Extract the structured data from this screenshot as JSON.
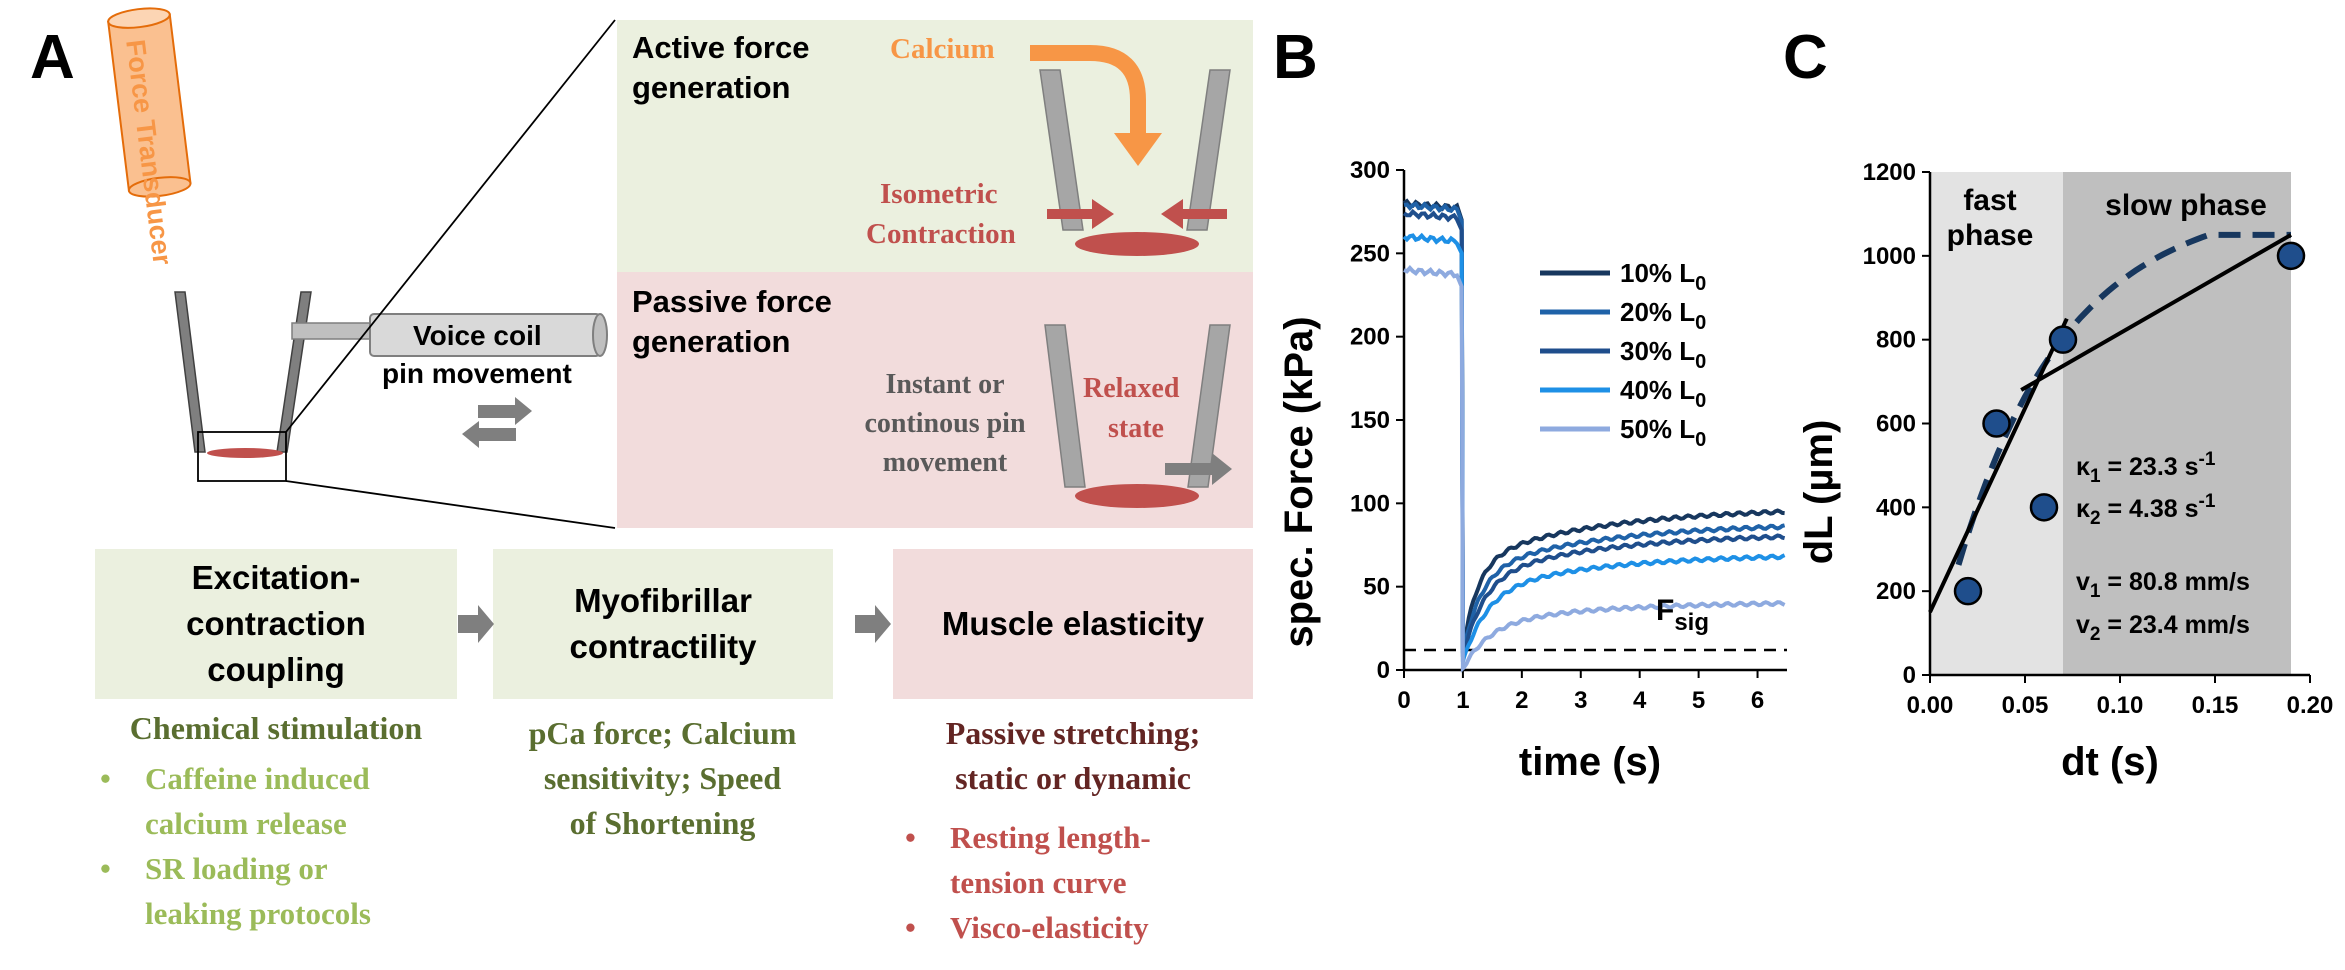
{
  "panel_a": {
    "letter": "A",
    "transducer_label": "Force Transducer",
    "voice_coil_line1": "Voice coil",
    "voice_coil_line2": "pin movement",
    "active": {
      "title_line1": "Active force",
      "title_line2": "generation",
      "calcium": "Calcium",
      "isometric_line1": "Isometric",
      "isometric_line2": "Contraction"
    },
    "passive": {
      "title_line1": "Passive force",
      "title_line2": "generation",
      "pin_line1": "Instant or",
      "pin_line2": "continous pin",
      "pin_line3": "movement",
      "relaxed_line1": "Relaxed",
      "relaxed_line2": "state"
    },
    "boxes": [
      {
        "lines": [
          "Excitation-",
          "contraction",
          "coupling"
        ]
      },
      {
        "lines": [
          "Myofibrillar",
          "contractility"
        ]
      },
      {
        "lines": [
          "Muscle elasticity"
        ]
      }
    ],
    "col1": {
      "heading": "Chemical stimulation",
      "bullets": [
        [
          "Caffeine induced",
          "calcium release"
        ],
        [
          "SR loading or",
          "leaking protocols"
        ]
      ]
    },
    "col2": {
      "lines": [
        "pCa force; Calcium",
        "sensitivity; Speed",
        "of  Shortening"
      ]
    },
    "col3": {
      "heading_lines": [
        "Passive stretching;",
        "static or dynamic"
      ],
      "bullets": [
        [
          "Resting length-",
          "tension curve"
        ],
        [
          "Visco-elasticity"
        ]
      ]
    },
    "bullet_char": "•",
    "colors": {
      "green_box": "#ebf0df",
      "pink_box": "#f2dcdc",
      "green_text": "#5a6e30",
      "light_green_text": "#9bbb59",
      "dark_red_text": "#632523",
      "red_text": "#c0504d",
      "orange": "#f79646",
      "gray_text": "#595959"
    }
  },
  "panel_b": {
    "letter": "B",
    "ylabel": "spec. Force (kPa)",
    "xlabel": "time (s)",
    "annotation_main": "F",
    "annotation_sub": "sig"
  },
  "panel_c": {
    "letter": "C",
    "ylabel": "dL (µm)",
    "xlabel": "dt (s)",
    "fast_phase_line1": "fast",
    "fast_phase_line2": "phase",
    "slow_phase": "slow phase",
    "k1_sym": "κ",
    "k1_sub": "1",
    "k1_val": " = 23.3 s",
    "k1_sup": "-1",
    "k2_sym": "κ",
    "k2_sub": "2",
    "k2_val": " = 4.38 s",
    "k2_sup": "-1",
    "v1_sym": "v",
    "v1_sub": "1",
    "v1_val": " = 80.8 mm/s",
    "v2_sym": "v",
    "v2_sub": "2",
    "v2_val": " = 23.4 mm/s"
  },
  "chart_data": [
    {
      "type": "line",
      "xlabel": "time (s)",
      "ylabel": "spec. Force (kPa)",
      "xlim": [
        0,
        6.5
      ],
      "ylim": [
        0,
        300
      ],
      "xticks": [
        0,
        1,
        2,
        3,
        4,
        5,
        6
      ],
      "yticks": [
        0,
        50,
        100,
        150,
        200,
        250,
        300
      ],
      "legend_position": "top-right",
      "series": [
        {
          "name": "10% L",
          "name_sub": "0",
          "color": "#17375e",
          "plateau": 280,
          "final": 95,
          "min": 12
        },
        {
          "name": "20% L",
          "name_sub": "0",
          "color": "#1f62a8",
          "plateau": 279,
          "final": 86,
          "min": 10
        },
        {
          "name": "30% L",
          "name_sub": "0",
          "color": "#1f4e8c",
          "plateau": 274,
          "final": 80,
          "min": 8
        },
        {
          "name": "40% L",
          "name_sub": "0",
          "color": "#1e90e6",
          "plateau": 260,
          "final": 68,
          "min": 5
        },
        {
          "name": "50% L",
          "name_sub": "0",
          "color": "#8eaadf",
          "plateau": 240,
          "final": 40,
          "min": 1
        }
      ],
      "reference_lines": [
        {
          "y": 12,
          "style": "dashed"
        },
        {
          "y": 0,
          "style": "solid"
        }
      ]
    },
    {
      "type": "scatter",
      "xlabel": "dt (s)",
      "ylabel": "dL (µm)",
      "xlim": [
        0,
        0.2
      ],
      "ylim": [
        0,
        1200
      ],
      "xticks": [
        0.0,
        0.05,
        0.1,
        0.15,
        0.2
      ],
      "xtick_labels": [
        "0.00",
        "0.05",
        "0.10",
        "0.15",
        "0.20"
      ],
      "yticks": [
        0,
        200,
        400,
        600,
        800,
        1000,
        1200
      ],
      "points": [
        {
          "x": 0.02,
          "y": 200
        },
        {
          "x": 0.035,
          "y": 600
        },
        {
          "x": 0.06,
          "y": 400
        },
        {
          "x": 0.07,
          "y": 800
        },
        {
          "x": 0.19,
          "y": 1000
        }
      ],
      "phase_regions": [
        {
          "name": "fast phase",
          "x": [
            0,
            0.07
          ],
          "color": "#e3e3e3"
        },
        {
          "name": "slow phase",
          "x": [
            0.07,
            0.19
          ],
          "color": "#bfbfbf"
        }
      ],
      "fit_lines": [
        {
          "style": "solid",
          "x": [
            0.0,
            0.072
          ],
          "y": [
            150,
            850
          ]
        },
        {
          "style": "solid",
          "x": [
            0.048,
            0.19
          ],
          "y": [
            680,
            1050
          ]
        },
        {
          "style": "dashed",
          "model": "double-exponential"
        }
      ],
      "annotations": [
        "κ1 = 23.3 s-1",
        "κ2 = 4.38 s-1",
        "v1 = 80.8 mm/s",
        "v2 = 23.4 mm/s"
      ]
    }
  ]
}
